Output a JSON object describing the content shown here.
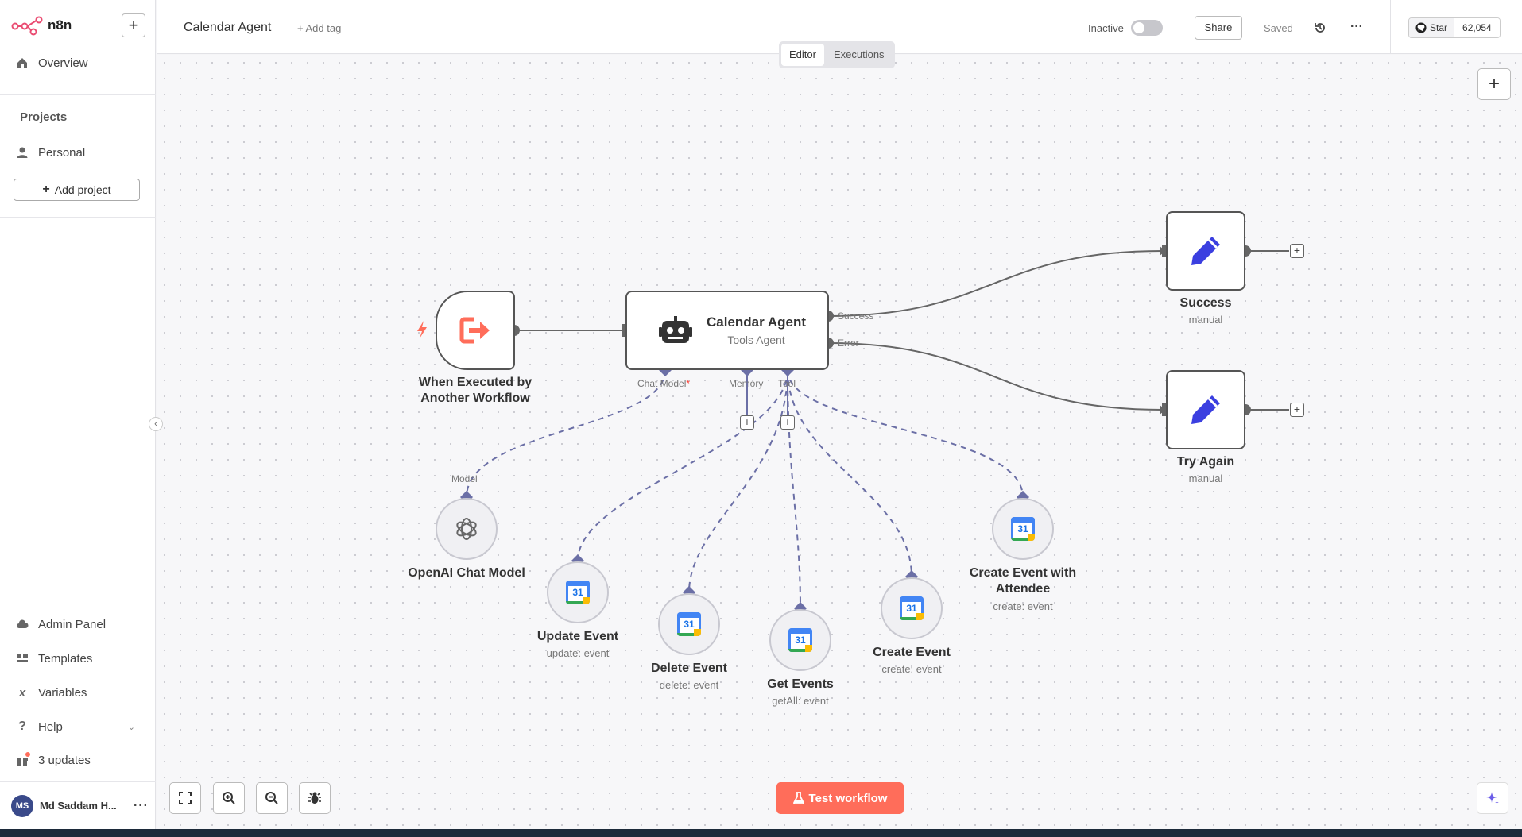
{
  "app": {
    "logo_text": "n8n"
  },
  "sidebar": {
    "overview": "Overview",
    "projects_heading": "Projects",
    "personal": "Personal",
    "add_project": "Add project",
    "bottom_items": [
      {
        "label": "Admin Panel",
        "icon": "cloud-icon"
      },
      {
        "label": "Templates",
        "icon": "templates-icon"
      },
      {
        "label": "Variables",
        "icon": "variables-icon"
      },
      {
        "label": "Help",
        "icon": "help-icon"
      },
      {
        "label": "3 updates",
        "icon": "gift-icon"
      }
    ],
    "user": {
      "initials": "MS",
      "name": "Md Saddam H..."
    }
  },
  "header": {
    "title": "Calendar Agent",
    "add_tag": "+ Add tag",
    "status_label": "Inactive",
    "share": "Share",
    "saved": "Saved",
    "github_star": "Star",
    "github_count": "62,054"
  },
  "tabs": [
    {
      "label": "Editor",
      "active": true
    },
    {
      "label": "Executions",
      "active": false
    }
  ],
  "nodes": {
    "trigger": {
      "label": "When Executed by Another Workflow"
    },
    "agent": {
      "title": "Calendar Agent",
      "subtitle": "Tools Agent",
      "out_success": "Success",
      "out_error": "Error",
      "port_chat_model": "Chat Model",
      "port_memory": "Memory",
      "port_tool": "Tool"
    },
    "success": {
      "label": "Success",
      "sub": "manual"
    },
    "try_again": {
      "label": "Try Again",
      "sub": "manual"
    },
    "openai": {
      "label": "OpenAI Chat Model",
      "port": "Model"
    },
    "update_event": {
      "label": "Update Event",
      "sub": "update: event"
    },
    "delete_event": {
      "label": "Delete Event",
      "sub": "delete: event"
    },
    "get_events": {
      "label": "Get Events",
      "sub": "getAll: event"
    },
    "create_event": {
      "label": "Create Event",
      "sub": "create: event"
    },
    "create_attendee": {
      "label": "Create Event with Attendee",
      "sub": "create: event"
    }
  },
  "gcal_day": "31",
  "test_workflow": "Test workflow",
  "colors": {
    "accent": "#ff6d5a",
    "edge": "#666666",
    "ai_edge": "#6b6fa6",
    "pencil": "#3b3fe0"
  }
}
